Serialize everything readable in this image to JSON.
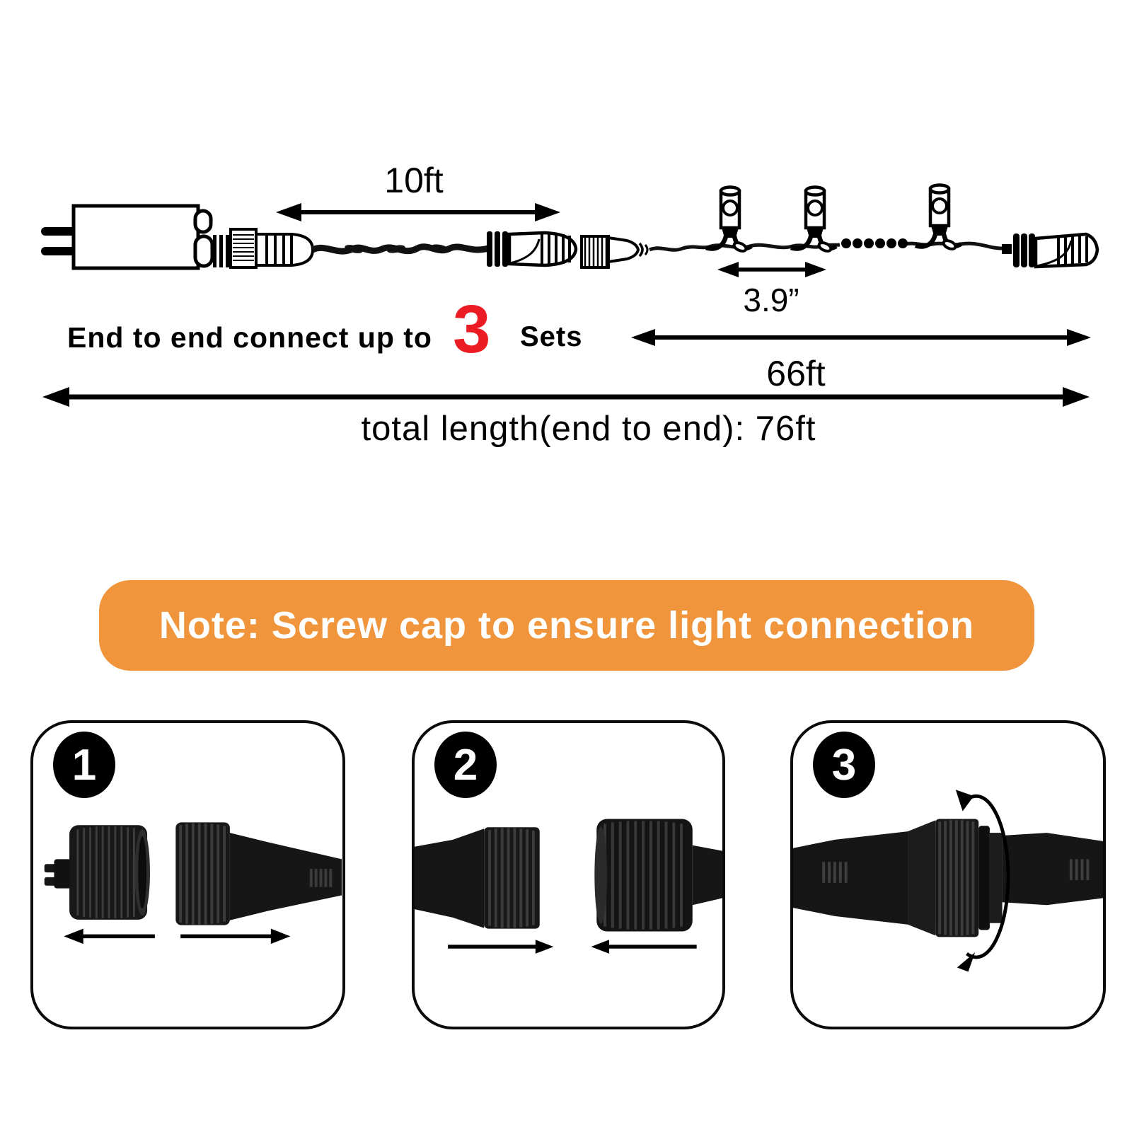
{
  "colors": {
    "note_background": "#F0953C",
    "note_text": "#FFFFFF",
    "accent_red": "#EC1C24",
    "ink": "#000000"
  },
  "diagram": {
    "lead_label": "10ft",
    "spacing_label": "3.9”",
    "string_label": "66ft",
    "total_label": "total length(end to end): 76ft",
    "connect_prefix": "End to end connect up to",
    "connect_count": "3",
    "connect_suffix": "Sets"
  },
  "note": {
    "text": "Note: Screw cap to ensure light connection"
  },
  "steps": [
    {
      "number": "1"
    },
    {
      "number": "2"
    },
    {
      "number": "3"
    }
  ]
}
